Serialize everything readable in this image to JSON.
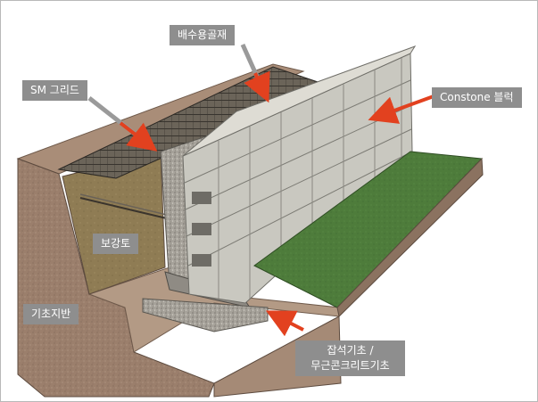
{
  "labels": {
    "drainage": "배수용골재",
    "grid": "SM 그리드",
    "block": "Constone 블럭",
    "backfill": "보강토",
    "subgrade": "기초지반",
    "foundation_line1": "잡석기초  /",
    "foundation_line2": "무근콘크리트기초"
  },
  "colors": {
    "label_bg": "#8e8e8e",
    "label_text": "#ffffff",
    "arrow": "#e2411f",
    "soil": "#9a7d6a",
    "grass": "#4f7d3c",
    "block": "#c8c7bf",
    "backfill": "#8d7a52"
  }
}
